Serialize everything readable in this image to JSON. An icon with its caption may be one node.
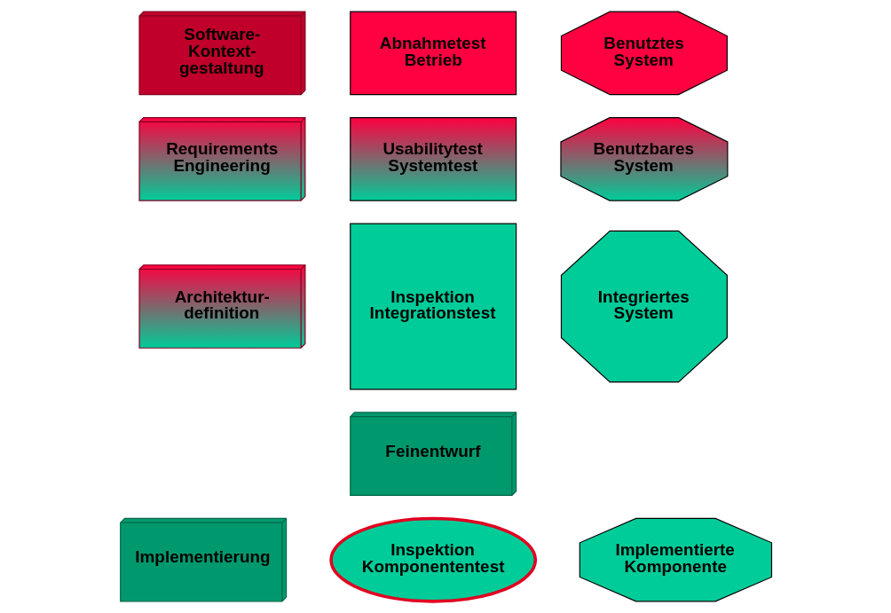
{
  "diagram": {
    "nodes": [
      {
        "text": [
          "Software- Kontext- gestaltung"
        ]
      },
      {
        "text": [
          "Abnahmetest Betrieb"
        ]
      },
      {
        "text": [
          "Benutztes System"
        ]
      },
      {
        "text": [
          "Requirements Engineering"
        ]
      },
      {
        "text": [
          "Usabilitytest Systemtest"
        ]
      },
      {
        "text": [
          "Benutzbares System"
        ]
      },
      {
        "text": [
          "Architektur- definition"
        ]
      },
      {
        "text": [
          "Inspektion Integrationstest"
        ]
      },
      {
        "text": [
          "Integriertes System"
        ]
      },
      {
        "text": [
          "Feinentwurf"
        ]
      },
      {
        "text": [
          "Implementierung"
        ]
      },
      {
        "text": [
          "Inspektion Komponententest"
        ]
      },
      {
        "text": [
          "Implementierte Komponente"
        ]
      }
    ]
  }
}
